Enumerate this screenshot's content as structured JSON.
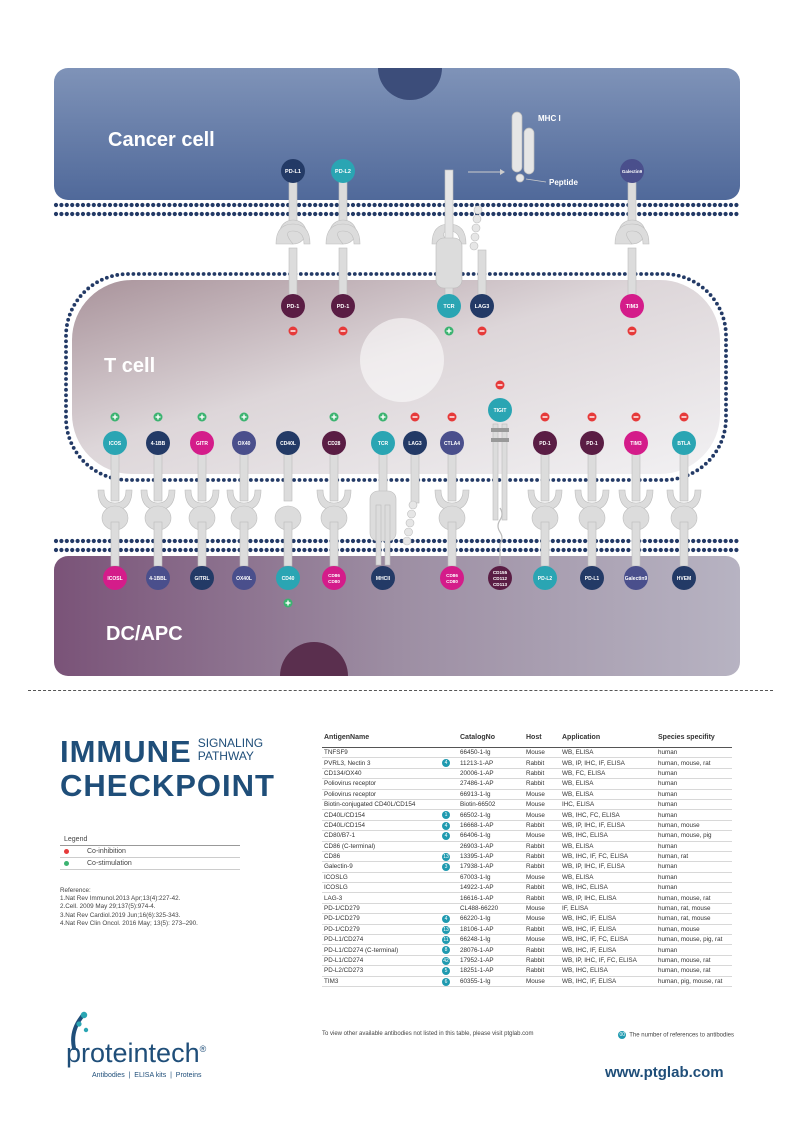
{
  "regions": {
    "cancer": "Cancer cell",
    "tcell": "T cell",
    "apc": "DC/APC",
    "mhc1": "MHC I",
    "peptide": "Peptide"
  },
  "top_ligands": [
    "PD-L1",
    "PD-L2",
    "Galectin9"
  ],
  "top_receptors": [
    "PD-1",
    "PD-1",
    "TCR",
    "LAG3",
    "TIM3"
  ],
  "tcell_receptors": [
    "ICOS",
    "4-1BB",
    "GITR",
    "OX40",
    "CD40L",
    "CD28",
    "TCR",
    "LAG3",
    "CTLA4",
    "TIGIT",
    "PD-1",
    "PD-1",
    "TIM3",
    "BTLA"
  ],
  "apc_ligands": [
    "ICOSL",
    "4-1BBL",
    "GITRL",
    "OX40L",
    "CD40",
    "CD86 CD80",
    "MHCII",
    "CD86 CD80",
    "CD155 CD112 CD113",
    "PD-L2",
    "PD-L1",
    "Galectin9",
    "HVEM"
  ],
  "title": {
    "line1": "IMMUNE",
    "line2": "CHECKPOINT",
    "sub1": "SIGNALING",
    "sub2": "PATHWAY"
  },
  "legend": {
    "title": "Legend",
    "inhibition": "Co-inhibition",
    "stimulation": "Co-stimulation"
  },
  "references": {
    "title": "Reference:",
    "items": [
      "1.Nat Rev Immunol.2013 Apr;13(4):227-42.",
      "2.Cell. 2009 May 29;137(5):974-4.",
      "3.Nat Rev Cardiol.2019 Jun;16(6):325-343.",
      "4.Nat Rev Clin Oncol. 2016 May; 13(5): 273–290."
    ]
  },
  "table": {
    "headers": [
      "AntigenName",
      "CatalogNo",
      "Host",
      "Application",
      "Species specifity"
    ],
    "rows": [
      {
        "antigen": "TNFSF9",
        "ref": "",
        "catalog": "66450-1-Ig",
        "host": "Mouse",
        "app": "WB, ELISA",
        "species": "human"
      },
      {
        "antigen": "PVRL3, Nectin 3",
        "ref": "4",
        "catalog": "11213-1-AP",
        "host": "Rabbit",
        "app": "WB, IP, IHC, IF, ELISA",
        "species": "human, mouse, rat"
      },
      {
        "antigen": "CD134/OX40",
        "ref": "",
        "catalog": "20006-1-AP",
        "host": "Rabbit",
        "app": "WB, FC, ELISA",
        "species": "human"
      },
      {
        "antigen": "Poliovirus receptor",
        "ref": "",
        "catalog": "27486-1-AP",
        "host": "Rabbit",
        "app": "WB, ELISA",
        "species": "human"
      },
      {
        "antigen": "Poliovirus receptor",
        "ref": "",
        "catalog": "66913-1-Ig",
        "host": "Mouse",
        "app": "WB, ELISA",
        "species": "human"
      },
      {
        "antigen": "Biotin-conjugated CD40L/CD154",
        "ref": "",
        "catalog": "Biotin-66502",
        "host": "Mouse",
        "app": "IHC, ELISA",
        "species": "human"
      },
      {
        "antigen": "CD40L/CD154",
        "ref": "1",
        "catalog": "66502-1-Ig",
        "host": "Mouse",
        "app": "WB, IHC, FC, ELISA",
        "species": "human"
      },
      {
        "antigen": "CD40L/CD154",
        "ref": "4",
        "catalog": "16668-1-AP",
        "host": "Rabbit",
        "app": "WB, IP, IHC, IF, ELISA",
        "species": "human, mouse"
      },
      {
        "antigen": "CD80/B7-1",
        "ref": "4",
        "catalog": "66406-1-Ig",
        "host": "Mouse",
        "app": "WB, IHC, ELISA",
        "species": "human, mouse, pig"
      },
      {
        "antigen": "CD86 (C-terminal)",
        "ref": "",
        "catalog": "26903-1-AP",
        "host": "Rabbit",
        "app": "WB, ELISA",
        "species": "human"
      },
      {
        "antigen": "CD86",
        "ref": "13",
        "catalog": "13395-1-AP",
        "host": "Rabbit",
        "app": "WB, IHC, IF, FC, ELISA",
        "species": "human, rat"
      },
      {
        "antigen": "Galectin-9",
        "ref": "3",
        "catalog": "17938-1-AP",
        "host": "Rabbit",
        "app": "WB, IP, IHC, IF, ELISA",
        "species": "human"
      },
      {
        "antigen": "ICOSLG",
        "ref": "",
        "catalog": "67003-1-Ig",
        "host": "Mouse",
        "app": "WB, ELISA",
        "species": "human"
      },
      {
        "antigen": "ICOSLG",
        "ref": "",
        "catalog": "14922-1-AP",
        "host": "Rabbit",
        "app": "WB, IHC, ELISA",
        "species": "human"
      },
      {
        "antigen": "LAG-3",
        "ref": "",
        "catalog": "16616-1-AP",
        "host": "Rabbit",
        "app": "WB, IP, IHC, ELISA",
        "species": "human, mouse, rat"
      },
      {
        "antigen": "PD-1/CD279",
        "ref": "",
        "catalog": "CL488-66220",
        "host": "Mouse",
        "app": "IF, ELISA",
        "species": "human, rat, mouse"
      },
      {
        "antigen": "PD-1/CD279",
        "ref": "4",
        "catalog": "66220-1-Ig",
        "host": "Mouse",
        "app": "WB, IHC, IF, ELISA",
        "species": "human, rat, mouse"
      },
      {
        "antigen": "PD-1/CD279",
        "ref": "13",
        "catalog": "18106-1-AP",
        "host": "Rabbit",
        "app": "WB, IHC, IF, ELISA",
        "species": "human, mouse"
      },
      {
        "antigen": "PD-L1/CD274",
        "ref": "11",
        "catalog": "66248-1-Ig",
        "host": "Mouse",
        "app": "WB, IHC, IF, FC, ELISA",
        "species": "human, mouse, pig, rat"
      },
      {
        "antigen": "PD-L1/CD274 (C-terminal)",
        "ref": "8",
        "catalog": "28076-1-AP",
        "host": "Rabbit",
        "app": "WB, IHC, IF, ELISA",
        "species": "human"
      },
      {
        "antigen": "PD-L1/CD274",
        "ref": "42",
        "catalog": "17952-1-AP",
        "host": "Rabbit",
        "app": "WB, IP, IHC, IF, FC, ELISA",
        "species": "human, mouse, rat"
      },
      {
        "antigen": "PD-L2/CD273",
        "ref": "5",
        "catalog": "18251-1-AP",
        "host": "Rabbit",
        "app": "WB, IHC, ELISA",
        "species": "human, mouse, rat"
      },
      {
        "antigen": "TIM3",
        "ref": "6",
        "catalog": "60355-1-Ig",
        "host": "Mouse",
        "app": "WB, IHC, IF, ELISA",
        "species": "human, pig, mouse, rat"
      }
    ]
  },
  "footnote": {
    "left": "To view other available antibodies not listed in this table, please visit ptglab.com",
    "right_badge": "00",
    "right": "The number of references to antibodies"
  },
  "logo": {
    "name": "proteintech",
    "reg": "®",
    "tagline": "Antibodies  |  ELISA kits  |  Proteins"
  },
  "url": "www.ptglab.com",
  "colors": {
    "navy": "#233a66",
    "maroon": "#5a1d44",
    "teal": "#2aa5b3",
    "magenta": "#d41c8a",
    "purple": "#4a4f8c",
    "red": "#e63a3a",
    "green": "#3cb371"
  }
}
